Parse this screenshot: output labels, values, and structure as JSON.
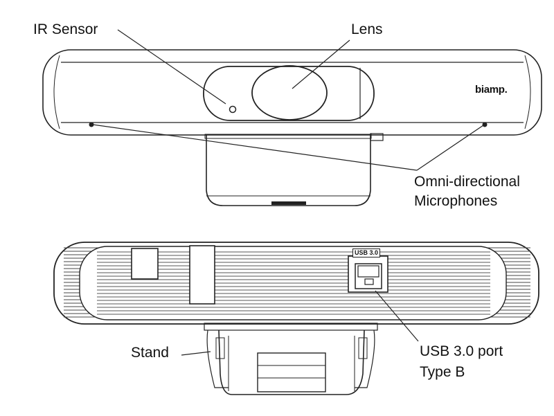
{
  "labels": {
    "ir_sensor": "IR Sensor",
    "lens": "Lens",
    "microphones_line1": "Omni-directional",
    "microphones_line2": "Microphones",
    "stand": "Stand",
    "usb_port_line1": "USB 3.0 port",
    "usb_port_line2": "Type B"
  },
  "brand": "biamp.",
  "usb_tag": "USB 3.0",
  "colors": {
    "line": "#222222",
    "background": "#ffffff"
  }
}
